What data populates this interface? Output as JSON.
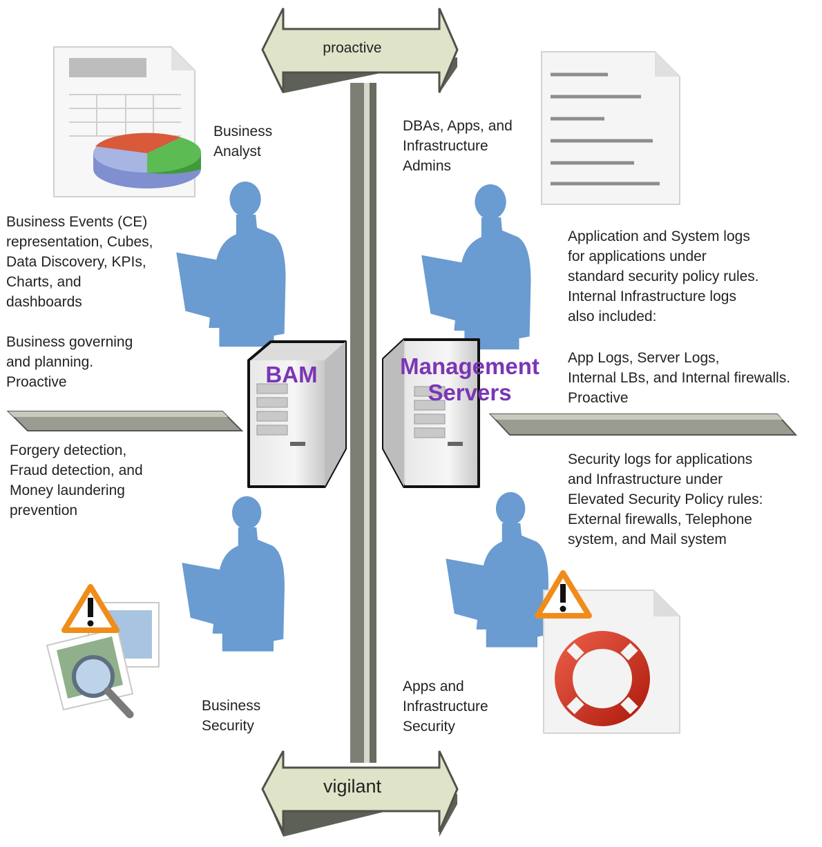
{
  "axis": {
    "top_label": "proactive",
    "bottom_label": "vigilant"
  },
  "servers": {
    "left": "BAM",
    "right": "Management\nServers"
  },
  "quadrants": {
    "top_left": {
      "role": "Business\nAnalyst",
      "description": "Business Events (CE)\nrepresentation, Cubes,\nData Discovery, KPIs,\nCharts, and\ndashboards",
      "note": "Business governing\nand planning.\nProactive"
    },
    "top_right": {
      "role": "DBAs, Apps, and\nInfrastructure\nAdmins",
      "description": "Application and System logs\nfor applications under\nstandard security policy rules.\nInternal Infrastructure logs\nalso included:",
      "note": "App Logs, Server Logs,\nInternal LBs, and Internal firewalls.\nProactive"
    },
    "bottom_left": {
      "description": "Forgery detection,\nFraud detection, and\nMoney laundering\nprevention",
      "role": "Business\nSecurity"
    },
    "bottom_right": {
      "description": "Security logs for applications\nand Infrastructure under\nElevated Security Policy rules:\nExternal firewalls, Telephone\nsystem, and Mail system",
      "role": "Apps and\nInfrastructure\nSecurity"
    }
  },
  "icons": {
    "top_left": "spreadsheet-pie-chart-document-icon",
    "top_right": "text-log-document-icon",
    "bottom_left": "warning-image-magnifier-icon",
    "bottom_right": "warning-lifebuoy-document-icon",
    "people": "person-with-laptop-silhouette-icon",
    "servers": "server-tower-icon"
  },
  "colors": {
    "person": "#6a9bd1",
    "axis_bar": "#7d7f74",
    "arrow_fill": "#dfe3c8",
    "arrow_side": "#5d6056",
    "server_label": "#7b35b5",
    "warning": "#f08c1a"
  }
}
